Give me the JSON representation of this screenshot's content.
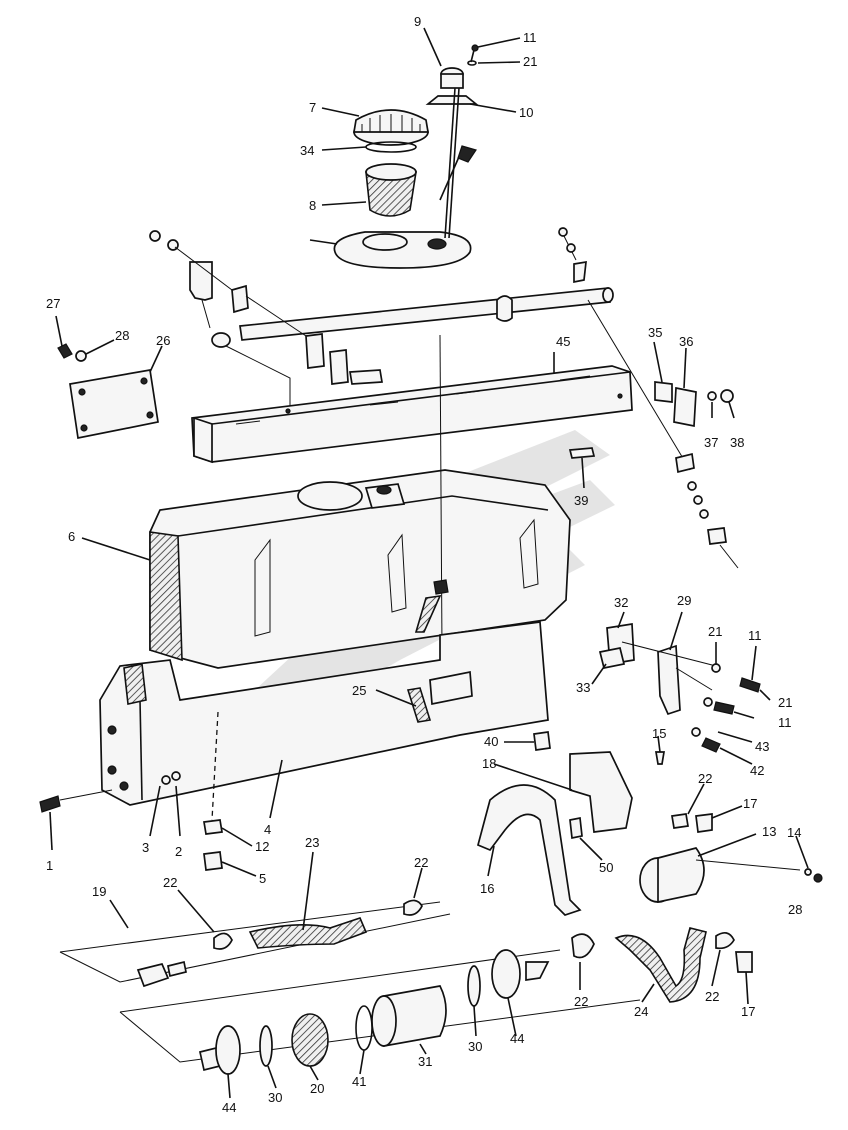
{
  "callouts": [
    {
      "id": "c9",
      "text": "9"
    },
    {
      "id": "c11a",
      "text": "11"
    },
    {
      "id": "c21a",
      "text": "21"
    },
    {
      "id": "c7",
      "text": "7"
    },
    {
      "id": "c10",
      "text": "10"
    },
    {
      "id": "c34",
      "text": "34"
    },
    {
      "id": "c8",
      "text": "8"
    },
    {
      "id": "c27",
      "text": "27"
    },
    {
      "id": "c28a",
      "text": "28"
    },
    {
      "id": "c26",
      "text": "26"
    },
    {
      "id": "c45",
      "text": "45"
    },
    {
      "id": "c35",
      "text": "35"
    },
    {
      "id": "c36",
      "text": "36"
    },
    {
      "id": "c37",
      "text": "37"
    },
    {
      "id": "c38",
      "text": "38"
    },
    {
      "id": "c39",
      "text": "39"
    },
    {
      "id": "c6",
      "text": "6"
    },
    {
      "id": "c32",
      "text": "32"
    },
    {
      "id": "c29",
      "text": "29"
    },
    {
      "id": "c21b",
      "text": "21"
    },
    {
      "id": "c11b",
      "text": "11"
    },
    {
      "id": "c21c",
      "text": "21"
    },
    {
      "id": "c11c",
      "text": "11"
    },
    {
      "id": "c33",
      "text": "33"
    },
    {
      "id": "c25",
      "text": "25"
    },
    {
      "id": "c43",
      "text": "43"
    },
    {
      "id": "c42",
      "text": "42"
    },
    {
      "id": "c15",
      "text": "15"
    },
    {
      "id": "c40",
      "text": "40"
    },
    {
      "id": "c18",
      "text": "18"
    },
    {
      "id": "c22a",
      "text": "22"
    },
    {
      "id": "c17a",
      "text": "17"
    },
    {
      "id": "c13",
      "text": "13"
    },
    {
      "id": "c14",
      "text": "14"
    },
    {
      "id": "c28b",
      "text": "28"
    },
    {
      "id": "c1",
      "text": "1"
    },
    {
      "id": "c3",
      "text": "3"
    },
    {
      "id": "c2",
      "text": "2"
    },
    {
      "id": "c4",
      "text": "4"
    },
    {
      "id": "c12",
      "text": "12"
    },
    {
      "id": "c5",
      "text": "5"
    },
    {
      "id": "c23",
      "text": "23"
    },
    {
      "id": "c22b",
      "text": "22"
    },
    {
      "id": "c16",
      "text": "16"
    },
    {
      "id": "c50",
      "text": "50"
    },
    {
      "id": "c19",
      "text": "19"
    },
    {
      "id": "c22c",
      "text": "22"
    },
    {
      "id": "c22d",
      "text": "22"
    },
    {
      "id": "c24",
      "text": "24"
    },
    {
      "id": "c22e",
      "text": "22"
    },
    {
      "id": "c17b",
      "text": "17"
    },
    {
      "id": "c31",
      "text": "31"
    },
    {
      "id": "c30a",
      "text": "30"
    },
    {
      "id": "c44a",
      "text": "44"
    },
    {
      "id": "c41",
      "text": "41"
    },
    {
      "id": "c20",
      "text": "20"
    },
    {
      "id": "c30b",
      "text": "30"
    },
    {
      "id": "c44b",
      "text": "44"
    }
  ]
}
